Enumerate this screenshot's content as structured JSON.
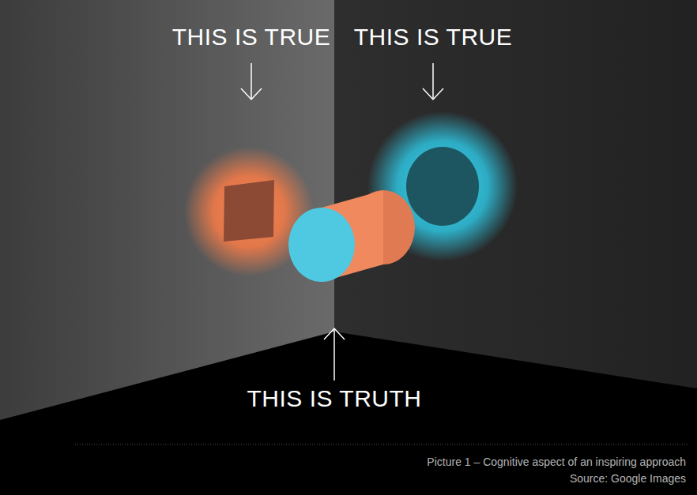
{
  "diagram": {
    "caption": "Picture 1 – Cognitive aspect of an inspiring approach",
    "labels": [
      "THIS IS TRUE",
      "THIS IS TRUE",
      "THIS IS TRUTH",
      "Source: Google Images"
    ]
  }
}
